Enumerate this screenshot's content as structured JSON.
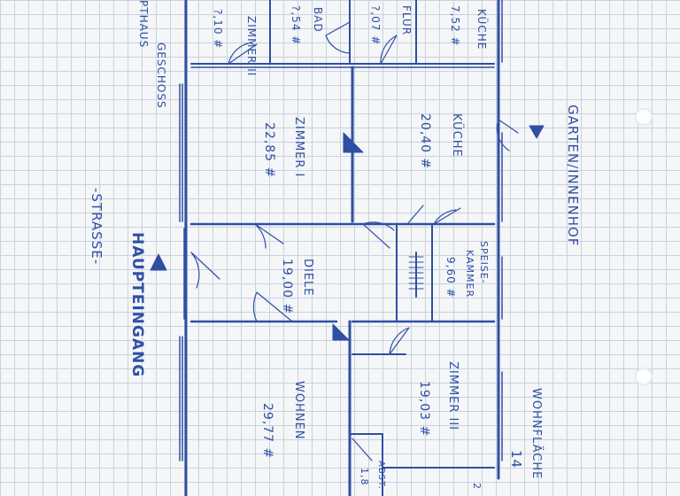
{
  "colors": {
    "ink": "#2f4fa3",
    "paper": "#f4f6f8",
    "grid": "#c9d2dd"
  },
  "rooms": {
    "zimmer_top": {
      "name": "ZIMMER II",
      "area": "?,10 #"
    },
    "bad": {
      "name": "BAD",
      "area": "?,54 #"
    },
    "flur": {
      "name": "FLUR",
      "area": "?,07 #"
    },
    "kueche_top": {
      "name": "KÜCHE",
      "area": "7,52 #"
    },
    "zimmer1": {
      "name": "ZIMMER I",
      "area": "22,85 #"
    },
    "kueche": {
      "name": "KÜCHE",
      "area": "20,40 #"
    },
    "diele": {
      "name": "DIELE",
      "area": "19,00 #"
    },
    "speise": {
      "name": "SPEISE-",
      "name2": "KAMMER",
      "area": "9,60 #"
    },
    "zimmer3": {
      "name": "ZIMMER III",
      "area": "19,03 #"
    },
    "wohnen": {
      "name": "WOHNEN",
      "area": "29,77 #"
    },
    "abst": {
      "name": "ABST.",
      "area": "1,8"
    }
  },
  "labels": {
    "geschoss": "GESCHOSS",
    "haus": "PTHAUS",
    "strasse": "-STRASSE-",
    "haupteingang": "HAUPTEINGANG",
    "garten": "GARTEN/INNENHOF",
    "wohnflaeche": "WOHNFLÄCHE",
    "wohnflaeche_value": "14",
    "small_right": "2"
  }
}
